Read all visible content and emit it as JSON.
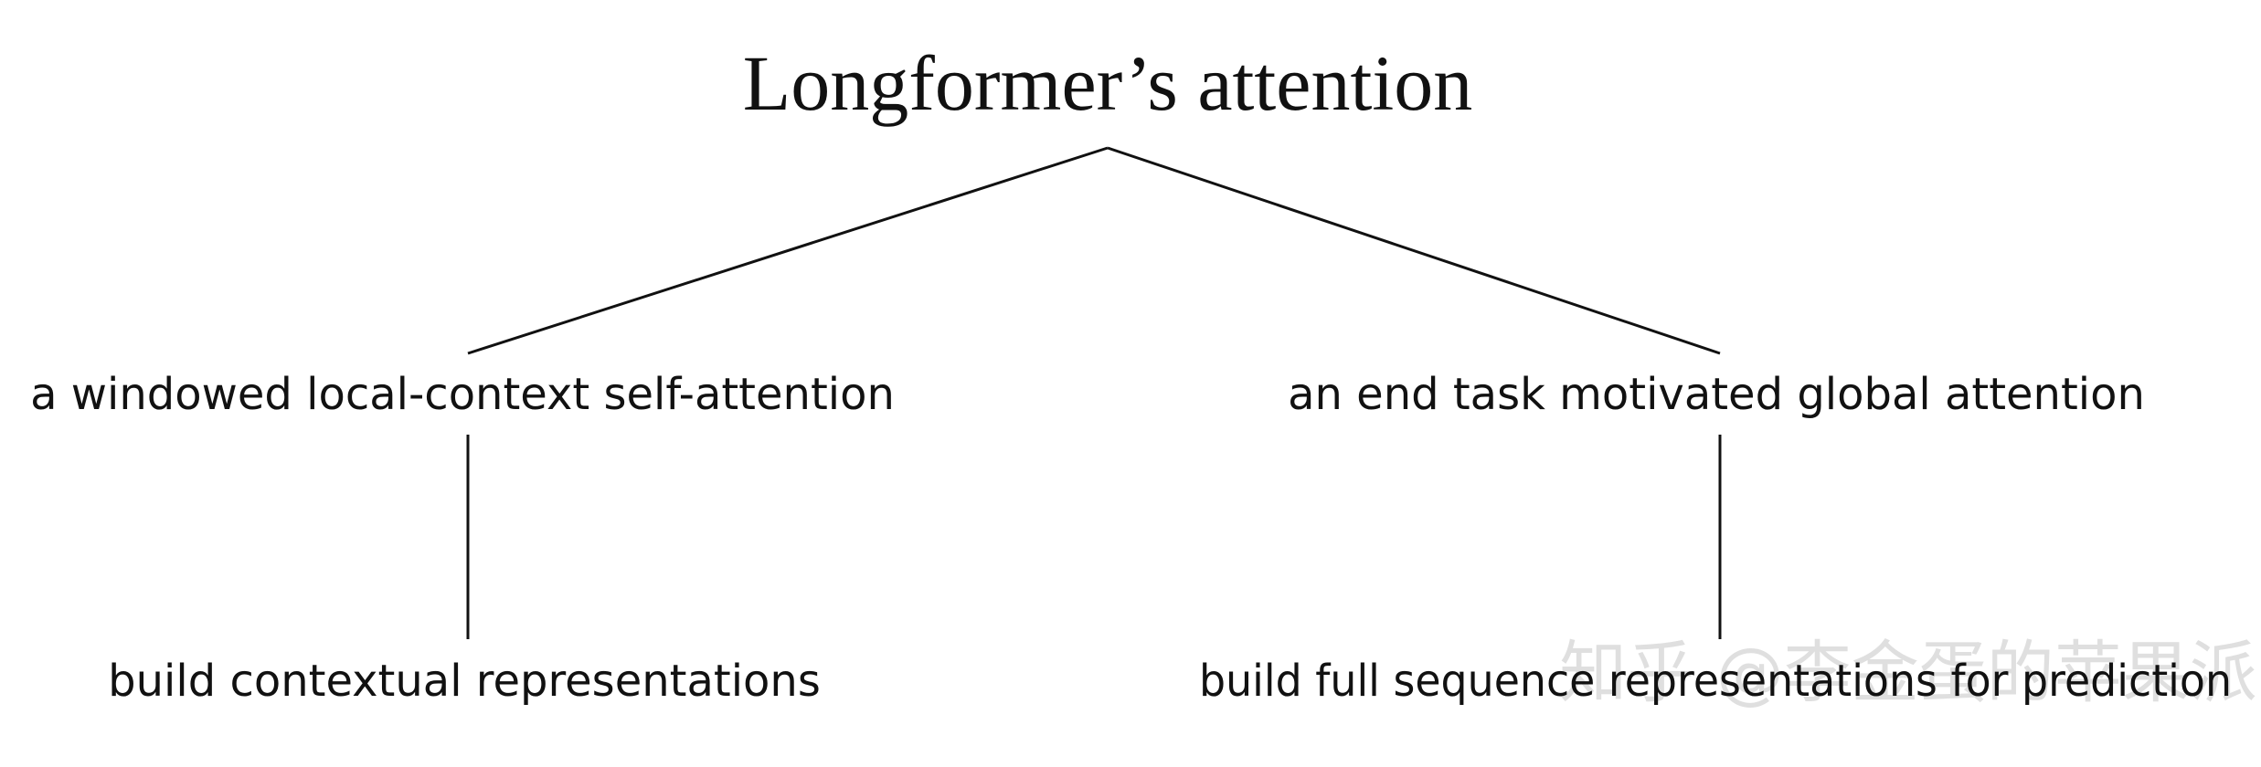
{
  "diagram": {
    "root": "Longformer’s attention",
    "left_child": "a windowed local-context self-attention",
    "right_child": "an end task motivated global attention",
    "left_leaf": "build contextual representations",
    "right_leaf": "build full sequence representations for prediction"
  },
  "watermark": "知乎 @李金蛋的苹果派",
  "colors": {
    "line": "#111111",
    "text": "#111111",
    "watermark": "#c9c9c9"
  }
}
